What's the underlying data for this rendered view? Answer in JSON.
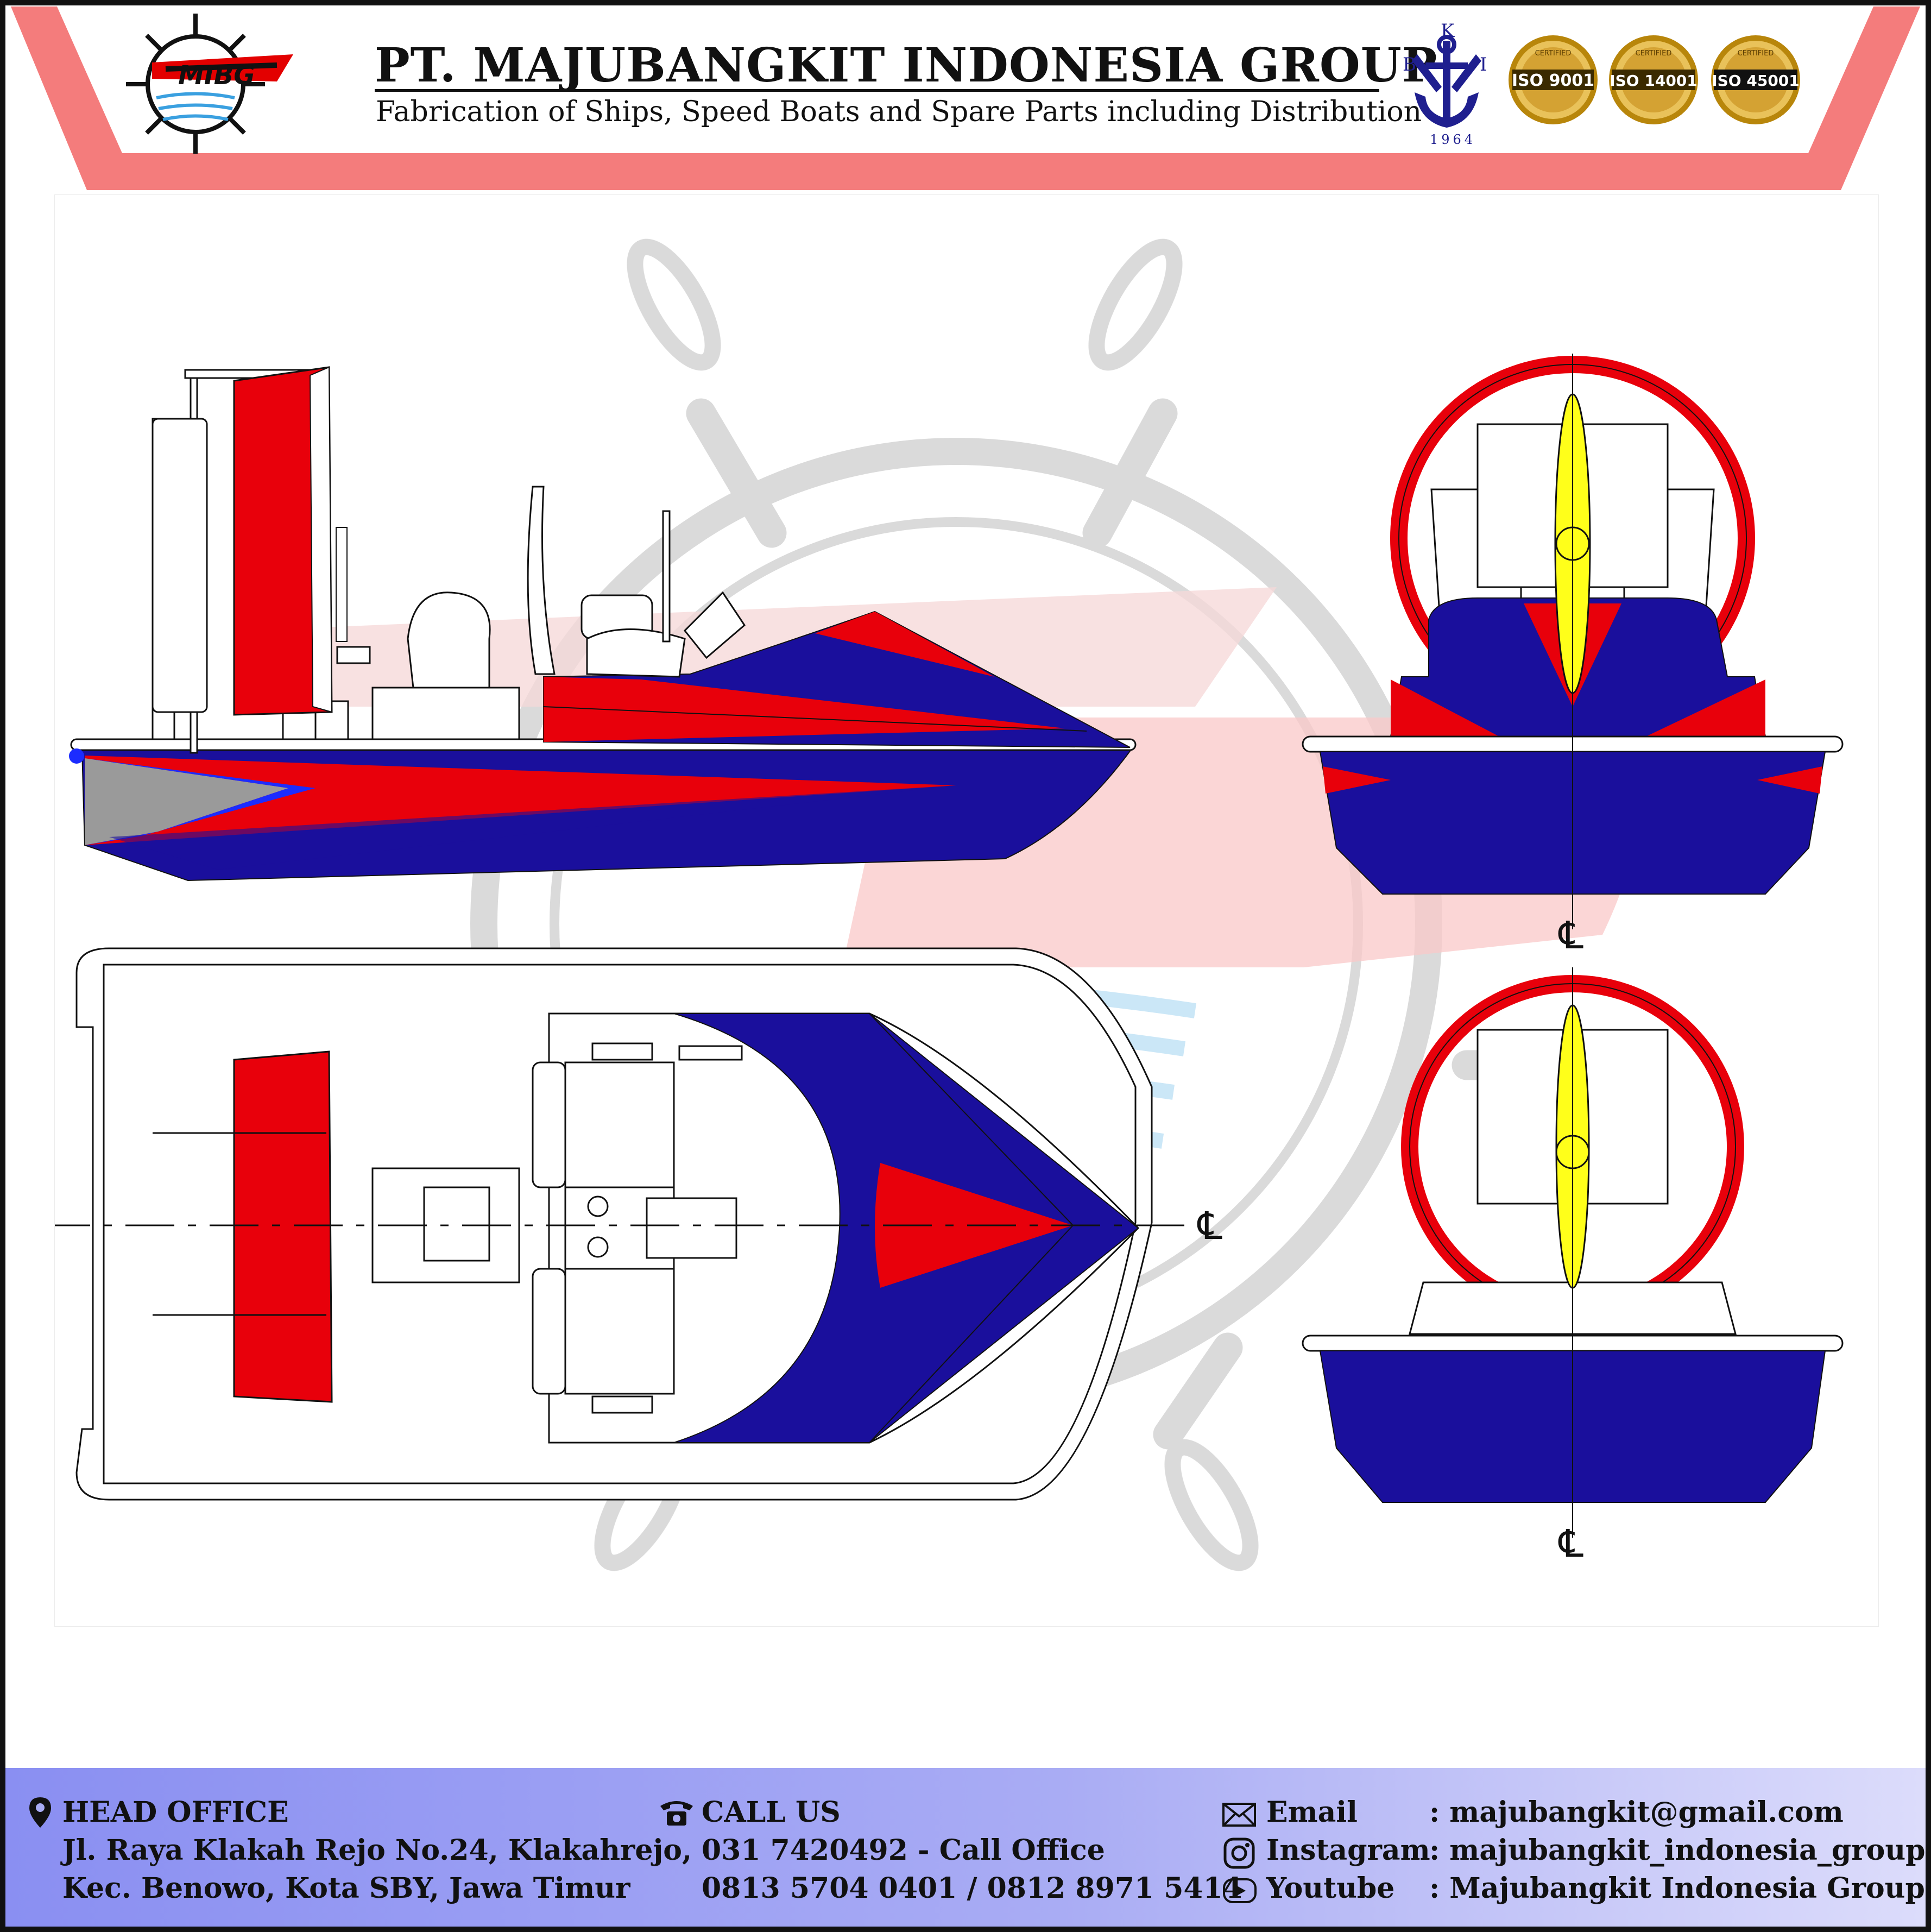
{
  "header": {
    "company_name": "PT. MAJUBANGKIT INDONESIA GROUP",
    "tagline": "Fabrication of Ships, Speed Boats and Spare Parts including Distribution",
    "logo_text": "MIBG",
    "certifications": [
      {
        "name": "BKI",
        "letters": [
          "K",
          "B",
          "I"
        ],
        "year": "1964"
      },
      {
        "name": "ISO 9001",
        "ring_text": "CERTIFIED"
      },
      {
        "name": "ISO 14001",
        "ring_text": "CERTIFIED"
      },
      {
        "name": "ISO 45001",
        "ring_text": "CERTIFIED"
      }
    ]
  },
  "drawing": {
    "centerline_marks": [
      "℄",
      "℄",
      "℄"
    ],
    "colors": {
      "hull_blue": "#1a0f9c",
      "accent_red": "#e8000b",
      "propeller_yellow": "#ffff1a",
      "frame_pink": "#f47c7c",
      "grey": "#9a9a9a"
    }
  },
  "footer": {
    "head_office": {
      "title": "HEAD OFFICE",
      "line1": "Jl. Raya Klakah Rejo No.24, Klakahrejo,",
      "line2": "Kec. Benowo, Kota SBY, Jawa Timur"
    },
    "call_us": {
      "title": "CALL US",
      "line1": "031 7420492 - Call Office",
      "line2": "0813 5704 0401 / 0812 8971 5414"
    },
    "contacts": [
      {
        "label": "Email",
        "value": ": majubangkit@gmail.com",
        "icon": "mail-icon"
      },
      {
        "label": "Instagram",
        "value": ": majubangkit_indonesia_group",
        "icon": "instagram-icon"
      },
      {
        "label": "Youtube",
        "value": ": Majubangkit Indonesia Group",
        "icon": "youtube-icon"
      }
    ]
  }
}
